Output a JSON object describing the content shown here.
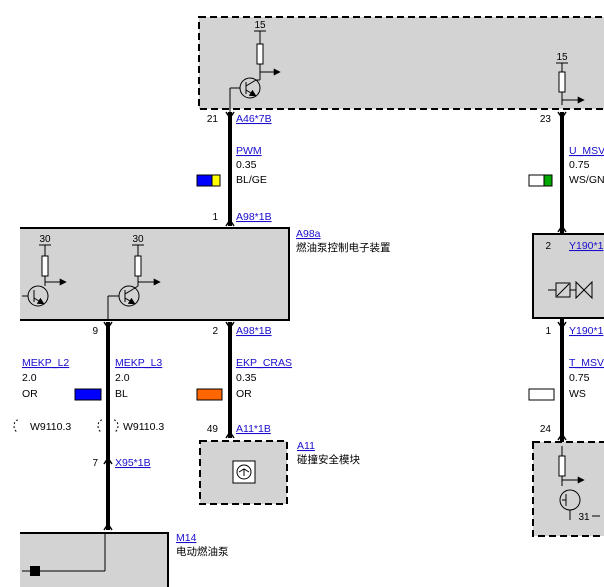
{
  "connectors": {
    "c_a46": {
      "pin": "21",
      "label": "A46*7B"
    },
    "c_a98_top": {
      "pin": "1",
      "label": "A98*1B"
    },
    "c_a98_bot": {
      "pin": "2",
      "label": "A98*1B"
    },
    "c_a98_9": {
      "pin": "9"
    },
    "c_a11": {
      "pin": "49",
      "label": "A11*1B"
    },
    "c_x95": {
      "pin": "7",
      "label": "X95*1B"
    },
    "c_23": {
      "pin": "23"
    },
    "c_y190_top": {
      "pin": "2",
      "label": "Y190*1"
    },
    "c_y190_bot": {
      "pin": "1",
      "label": "Y190*1"
    },
    "c_24": {
      "pin": "24"
    }
  },
  "wires": {
    "pwm": {
      "name": "PWM",
      "size": "0.35",
      "color": "BL/GE",
      "colors": [
        "#0000ff",
        "#ffff00"
      ]
    },
    "u_msv": {
      "name": "U_MSV",
      "size": "0.75",
      "color": "WS/GN",
      "colors": [
        "#ffffff",
        "#00aa00"
      ]
    },
    "mekp_l2": {
      "name": "MEKP_L2",
      "size": "2.0",
      "color": "OR"
    },
    "mekp_l3": {
      "name": "MEKP_L3",
      "size": "2.0",
      "color": "BL",
      "colors": [
        "#0000ff"
      ]
    },
    "ekp_cras": {
      "name": "EKP_CRAS",
      "size": "0.35",
      "color": "OR",
      "colors": [
        "#ff6600"
      ]
    },
    "t_msv": {
      "name": "T_MSV",
      "size": "0.75",
      "color": "WS",
      "colors": [
        "#ffffff"
      ]
    }
  },
  "splices": {
    "s1": "W9110.3",
    "s2": "W9110.3"
  },
  "components": {
    "a98a": {
      "ref": "A98a",
      "desc": "燃油泵控制电子装置"
    },
    "a11": {
      "ref": "A11",
      "desc": "碰撞安全模块"
    },
    "m14": {
      "ref": "M14",
      "desc": "电动燃油泵"
    }
  },
  "terminals": {
    "t15a": "15",
    "t15b": "15",
    "t30a": "30",
    "t30b": "30",
    "t31": "31"
  }
}
